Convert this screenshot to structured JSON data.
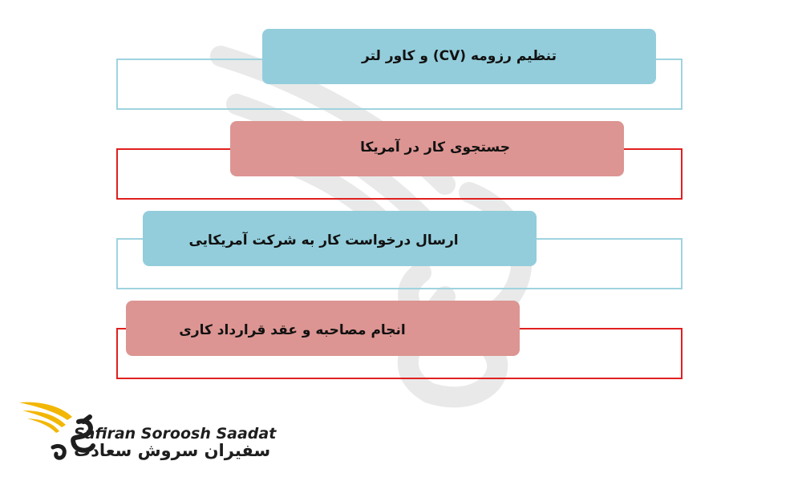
{
  "steps": [
    {
      "label": "تنظیم رزومه (CV) و کاور لتر",
      "color": "blue"
    },
    {
      "label": "جستجوی کار در آمریکا",
      "color": "red"
    },
    {
      "label": "ارسال درخواست کار به شرکت آمریکایی",
      "color": "blue"
    },
    {
      "label": "انجام مصاحبه و عقد قرارداد کاری",
      "color": "red"
    }
  ],
  "colors": {
    "blue_box": "#93cddb",
    "blue_frame": "#9fd3df",
    "red_box": "#dc9592",
    "red_frame": "#e0201f",
    "logo_gold": "#f2b705"
  },
  "logo": {
    "name_en": "Safiran Soroosh Saadat",
    "name_fa": "سفیران سروش سعادت"
  }
}
